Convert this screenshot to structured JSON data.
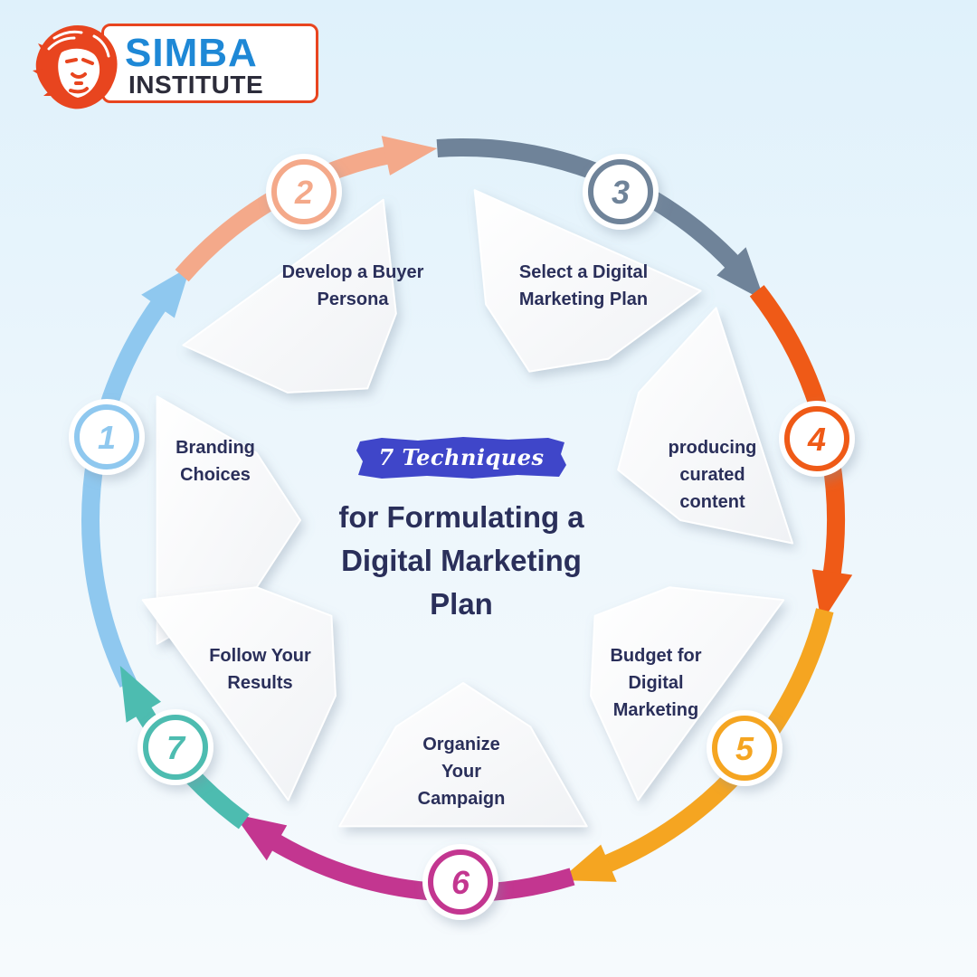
{
  "logo": {
    "line1": "SIMBA",
    "line2": "INSTITUTE",
    "icon": "lion-head-icon",
    "colors": {
      "accent": "#e8451f",
      "brand_blue": "#1e88d6"
    }
  },
  "center": {
    "badge": "7 Techniques",
    "title": "for Formulating a Digital Marketing Plan"
  },
  "steps": [
    {
      "number": "1",
      "text": "Branding Choices",
      "color": "#8fc8ef"
    },
    {
      "number": "2",
      "text": "Develop a Buyer Persona",
      "color": "#f4a98a"
    },
    {
      "number": "3",
      "text": "Select a Digital Marketing Plan",
      "color": "#6f8399"
    },
    {
      "number": "4",
      "text": "producing curated content",
      "color": "#ef5a17"
    },
    {
      "number": "5",
      "text": "Budget for Digital Marketing",
      "color": "#f5a521"
    },
    {
      "number": "6",
      "text": "Organize Your Campaign",
      "color": "#c33690"
    },
    {
      "number": "7",
      "text": "Follow Your Results",
      "color": "#4dbcb0"
    }
  ],
  "colors": {
    "text": "#2a2f5a",
    "badge": "#3f46c9"
  }
}
